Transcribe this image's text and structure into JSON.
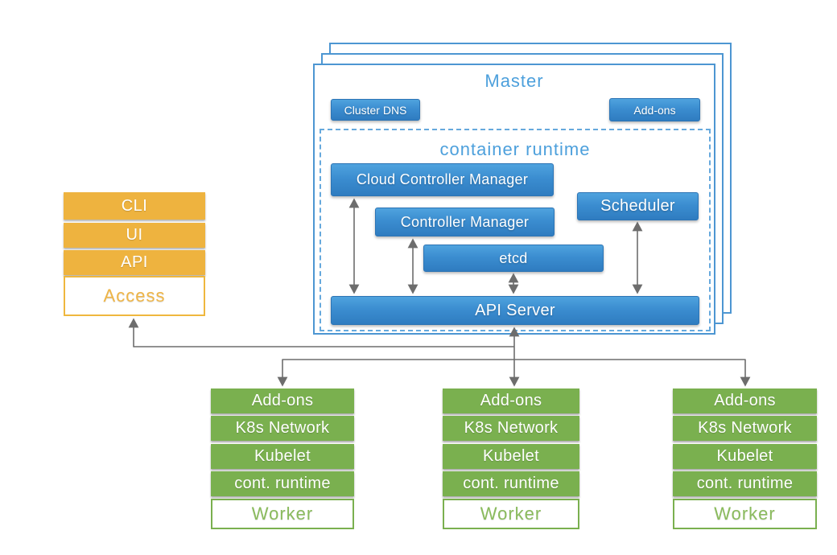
{
  "colors": {
    "blue_gradient_top": "#4FA3DE",
    "blue_gradient_bottom": "#2F7CC0",
    "panel_border_blue": "#4D96D2",
    "dashed_border_blue": "#66A9DD",
    "title_light_blue": "#4DA0DC",
    "orange": "#EEB33F",
    "green": "#7AB04F",
    "arrow_gray": "#6D6D6D"
  },
  "master": {
    "title": "Master",
    "cluster_dns_label": "Cluster DNS",
    "addons_label": "Add-ons",
    "runtime_title": "container runtime",
    "cloud_controller_manager": "Cloud Controller Manager",
    "controller_manager": "Controller Manager",
    "etcd": "etcd",
    "scheduler": "Scheduler",
    "api_server": "API Server"
  },
  "access_stack": {
    "items": [
      "CLI",
      "UI",
      "API"
    ],
    "base_label": "Access"
  },
  "workers": [
    {
      "rows": [
        "Add-ons",
        "K8s Network",
        "Kubelet",
        "cont. runtime"
      ],
      "base_label": "Worker"
    },
    {
      "rows": [
        "Add-ons",
        "K8s Network",
        "Kubelet",
        "cont. runtime"
      ],
      "base_label": "Worker"
    },
    {
      "rows": [
        "Add-ons",
        "K8s Network",
        "Kubelet",
        "cont. runtime"
      ],
      "base_label": "Worker"
    }
  ]
}
